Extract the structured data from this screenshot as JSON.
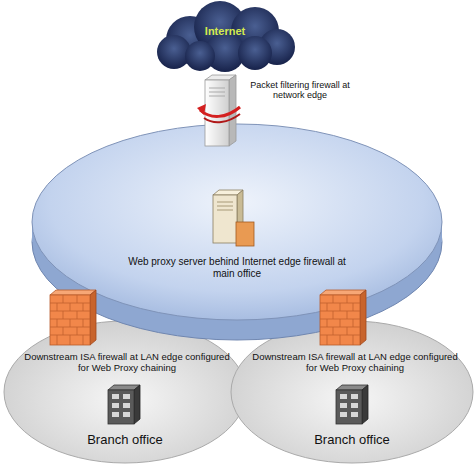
{
  "diagram": {
    "nodes": [
      {
        "text": [
          "Internet"
        ]
      },
      {
        "text": [
          "Packet filtering firewall at network edge"
        ]
      },
      {
        "text": [
          "Web proxy server behind Internet edge firewall at main office"
        ]
      },
      {
        "text": [
          "Branch office"
        ]
      },
      {
        "text": [
          "Downstream ISA firewall at LAN edge configured for Web Proxy chaining"
        ],
        "in": 3
      },
      {
        "text": [
          "Branch office"
        ]
      },
      {
        "text": [
          "Downstream ISA firewall at LAN edge configured for Web Proxy chaining"
        ],
        "in": 5
      }
    ]
  }
}
